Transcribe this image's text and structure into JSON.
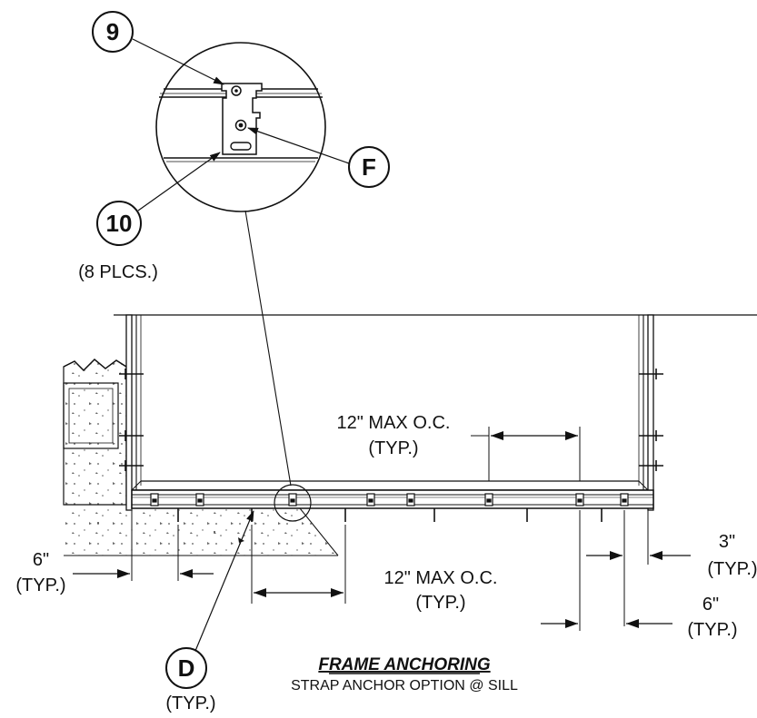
{
  "title": "FRAME ANCHORING",
  "subtitle": "STRAP ANCHOR OPTION @ SILL",
  "callouts": {
    "c9": "9",
    "c10": "10",
    "c10_note": "(8 PLCS.)",
    "cF": "F",
    "cD": "D",
    "cD_note": "(TYP.)"
  },
  "dimensions": {
    "upper_oc": "12\" MAX O.C.",
    "upper_oc_typ": "(TYP.)",
    "lower_oc": "12\" MAX O.C.",
    "lower_oc_typ": "(TYP.)",
    "left_6": "6\"",
    "left_6_typ": "(TYP.)",
    "right_3": "3\"",
    "right_3_typ": "(TYP.)",
    "right_6": "6\"",
    "right_6_typ": "(TYP.)"
  },
  "colors": {
    "ink": "#111111",
    "paper": "#ffffff"
  }
}
